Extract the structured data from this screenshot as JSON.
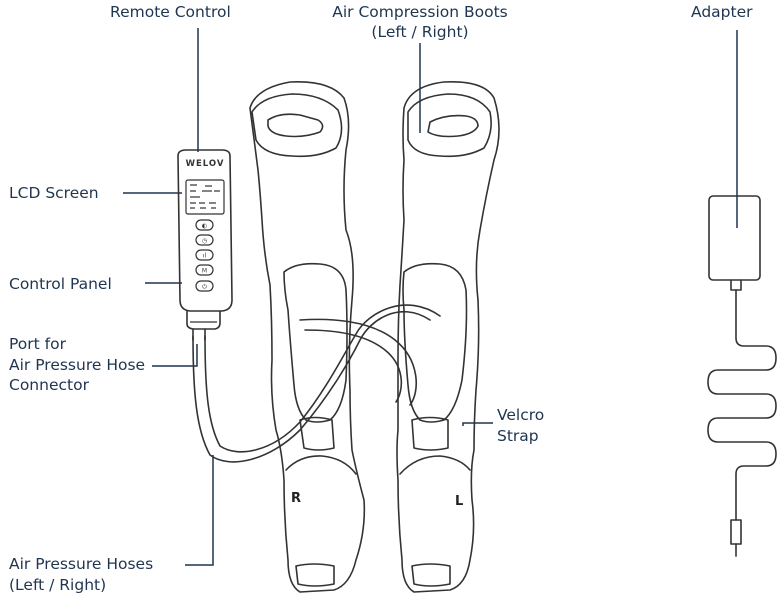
{
  "labels": {
    "remote_control": "Remote Control",
    "boots_line1": "Air Compression Boots",
    "boots_line2": "(Left / Right)",
    "adapter": "Adapter",
    "lcd_screen": "LCD Screen",
    "control_panel": "Control Panel",
    "port_line1": "Port for",
    "port_line2": "Air Pressure Hose",
    "port_line3": "Connector",
    "velcro_line1": "Velcro",
    "velcro_line2": "Strap",
    "hoses_line1": "Air Pressure Hoses",
    "hoses_line2": "(Left / Right)"
  },
  "device": {
    "brand": "WELOV",
    "boot_right_letter": "R",
    "boot_left_letter": "L"
  },
  "colors": {
    "label_text": "#1f3550",
    "line_art": "#333333"
  }
}
